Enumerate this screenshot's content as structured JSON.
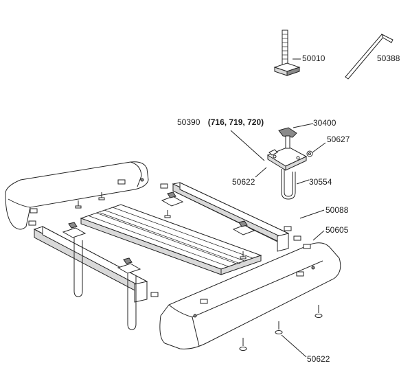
{
  "callouts": {
    "t_nut_bolt": "50010",
    "hex_key": "50388",
    "clamp_assembly": "50390",
    "clamp_assembly_models": "(716, 719, 720)",
    "knob": "30400",
    "washer_nut": "50627",
    "clamp_screw": "50622",
    "u_bolt": "30554",
    "end_screw": "50088",
    "end_cap_screw": "50605",
    "foot_screw": "50622"
  }
}
